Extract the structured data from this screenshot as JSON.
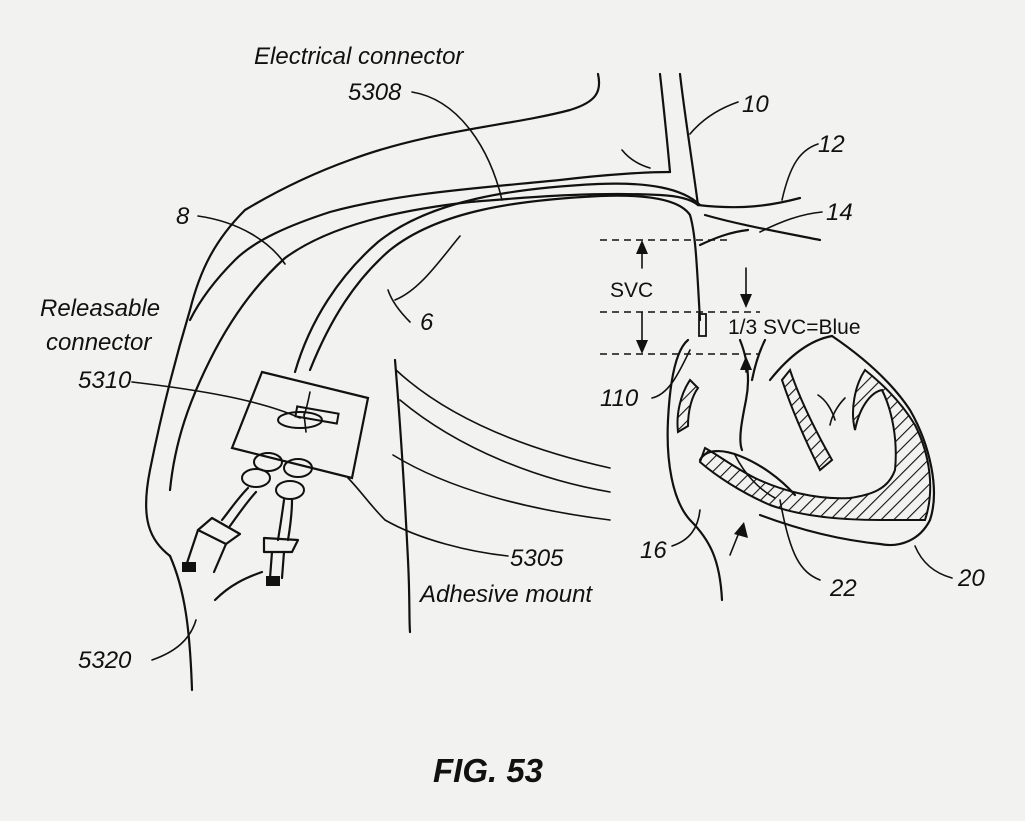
{
  "labels": {
    "electrical_connector": "Electrical connector",
    "ref_5308": "5308",
    "ref_10": "10",
    "ref_12": "12",
    "ref_14": "14",
    "ref_8": "8",
    "releasable_line1": "Releasable",
    "releasable_line2": "connector",
    "ref_5310": "5310",
    "ref_6": "6",
    "svc": "SVC",
    "third_svc": "1/3 SVC=Blue",
    "ref_110": "110",
    "ref_5305": "5305",
    "adhesive_mount": "Adhesive mount",
    "ref_16": "16",
    "ref_22": "22",
    "ref_20": "20",
    "ref_5320": "5320"
  },
  "caption": "FIG. 53"
}
